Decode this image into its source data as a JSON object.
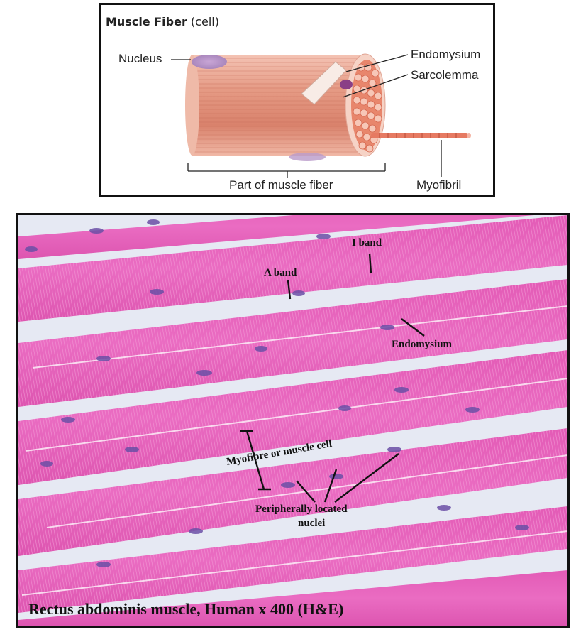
{
  "schematic": {
    "title_bold": "Muscle Fiber",
    "title_suffix": " (cell)",
    "labels": {
      "nucleus": "Nucleus",
      "endomysium": "Endomysium",
      "sarcolemma": "Sarcolemma",
      "part_of_fiber": "Part of muscle fiber",
      "myofibril": "Myofibril"
    }
  },
  "micrograph": {
    "labels": {
      "i_band": "I band",
      "a_band": "A band",
      "endomysium": "Endomysium",
      "myofibre": "Myofibre or muscle cell",
      "peripheral_line1": "Peripherally located",
      "peripheral_line2": "nuclei"
    },
    "caption": "Rectus abdominis muscle, Human x 400 (H&E)"
  }
}
